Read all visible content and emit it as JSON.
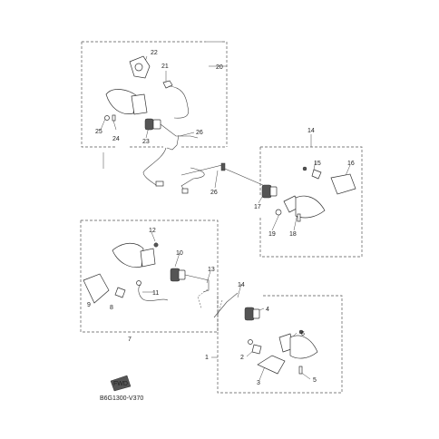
{
  "diagram": {
    "drawing_code": "B6G1300-V370",
    "fwd_symbol": "FWD",
    "callouts": [
      "1",
      "2",
      "3",
      "4",
      "5",
      "6",
      "7",
      "8",
      "9",
      "10",
      "11",
      "12",
      "13",
      "14",
      "15",
      "16",
      "17",
      "18",
      "19",
      "20",
      "21",
      "22",
      "23",
      "24",
      "25",
      "26",
      "26"
    ]
  }
}
